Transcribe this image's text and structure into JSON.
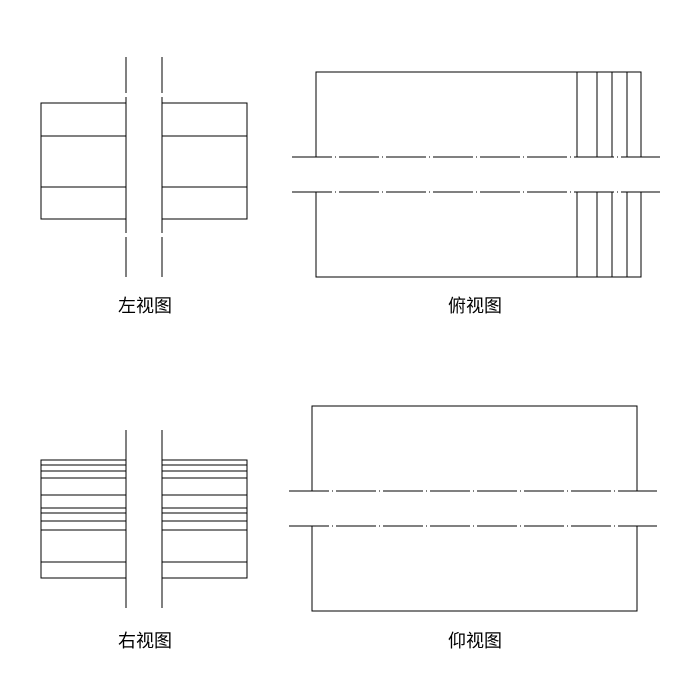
{
  "views": {
    "left_label": "左视图",
    "top_label": "俯视图",
    "right_label": "右视图",
    "bottom_label": "仰视图"
  },
  "colors": {
    "line": "#000000",
    "background": "#ffffff"
  }
}
